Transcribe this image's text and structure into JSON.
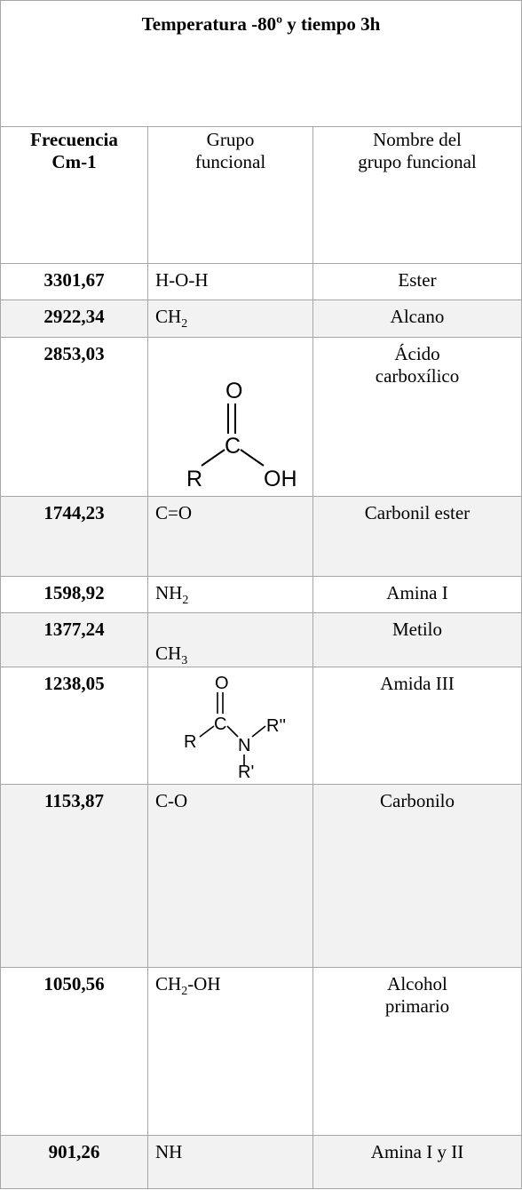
{
  "title": "Temperatura -80º y tiempo 3h",
  "headers": {
    "frecuencia_line1": "Frecuencia",
    "frecuencia_line2": "Cm-1",
    "grupo_line1": "Grupo",
    "grupo_line2": "funcional",
    "nombre_line1": "Nombre del",
    "nombre_line2": "grupo funcional"
  },
  "rows": [
    {
      "frequency": "3301,67",
      "group": "H-O-H",
      "name": "Ester"
    },
    {
      "frequency": "2922,34",
      "group_main": "CH",
      "group_sub": "2",
      "name": "Alcano"
    },
    {
      "frequency": "2853,03",
      "structure_icon": "carboxylic-acid-structure",
      "structure_labels": {
        "o": "O",
        "c": "C",
        "r": "R",
        "oh": "OH"
      },
      "name_line1": "Ácido",
      "name_line2": "carboxílico"
    },
    {
      "frequency": "1744,23",
      "group": "C=O",
      "name": "Carbonil ester"
    },
    {
      "frequency": "1598,92",
      "group_main": "NH",
      "group_sub": "2",
      "name": "Amina I"
    },
    {
      "frequency": "1377,24",
      "group_main": "CH",
      "group_sub": "3",
      "name": "Metilo"
    },
    {
      "frequency": "1238,05",
      "structure_icon": "amide-structure",
      "structure_labels": {
        "o": "O",
        "c": "C",
        "r": "R",
        "n": "N",
        "r2": "R''",
        "r1": "R'"
      },
      "name": "Amida III"
    },
    {
      "frequency": "1153,87",
      "group": "C-O",
      "name": "Carbonilo"
    },
    {
      "frequency": "1050,56",
      "group_main": "CH",
      "group_sub": "2",
      "group_suffix": "-OH",
      "name_line1": "Alcohol",
      "name_line2": "primario"
    },
    {
      "frequency": "901,26",
      "group": "NH",
      "name": "Amina I y II"
    }
  ]
}
